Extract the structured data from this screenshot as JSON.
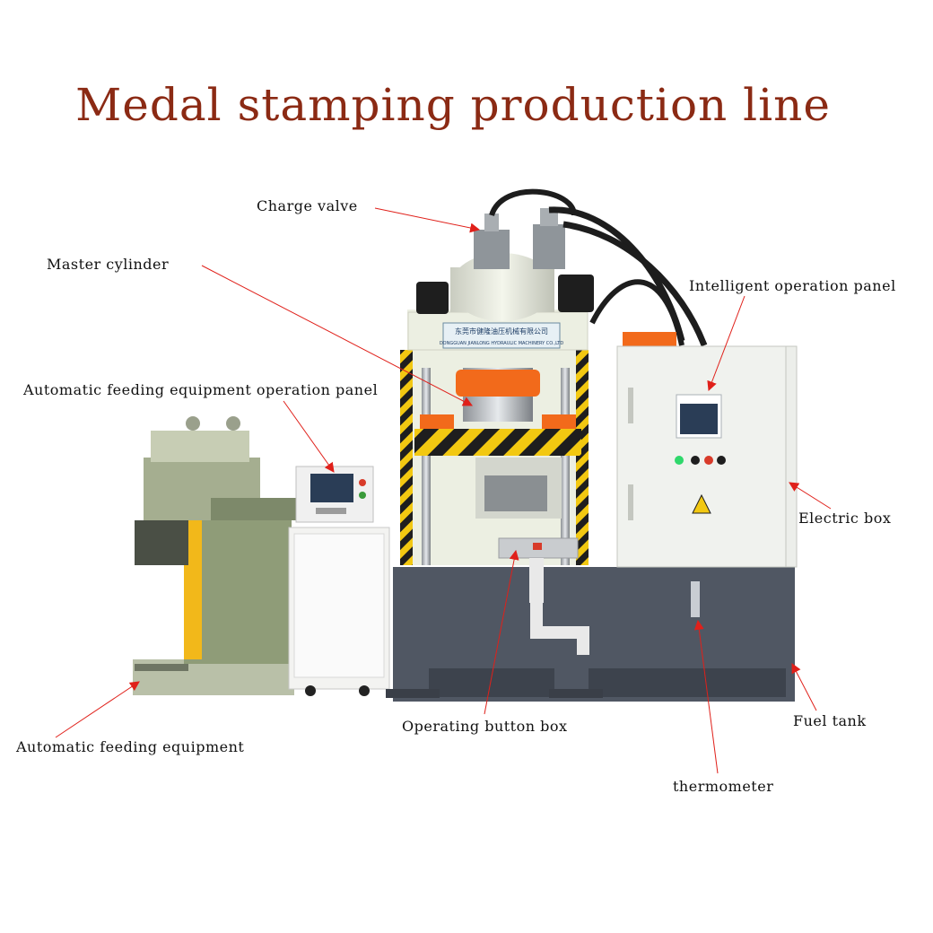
{
  "title": "Medal stamping production line",
  "nameplate": {
    "line1": "东莞市健隆油压机械有限公司",
    "line2": "DONGGUAN JIANLONG HYDRAULIC MACHINERY CO.,LTD"
  },
  "labels": {
    "charge_valve": "Charge valve",
    "master_cylinder": "Master cylinder",
    "intelligent_operation_panel": "Intelligent operation panel",
    "automatic_feeding_equipment_operation_panel": "Automatic feeding equipment operation panel",
    "electric_box": "Electric box",
    "operating_button_box": "Operating button box",
    "fuel_tank": "Fuel tank",
    "automatic_feeding_equipment": "Automatic feeding equipment",
    "thermometer": "thermometer"
  },
  "colors": {
    "title": "#8b2a14",
    "arrow": "#e0201a",
    "machine_body": "#ecefe2",
    "base": "#505763",
    "hazard_black": "#1e1e1e",
    "hazard_yellow": "#f2c811",
    "orange": "#f26a1b",
    "feeder_green": "#8f9c78",
    "feeder_yellow": "#f2b81a"
  }
}
